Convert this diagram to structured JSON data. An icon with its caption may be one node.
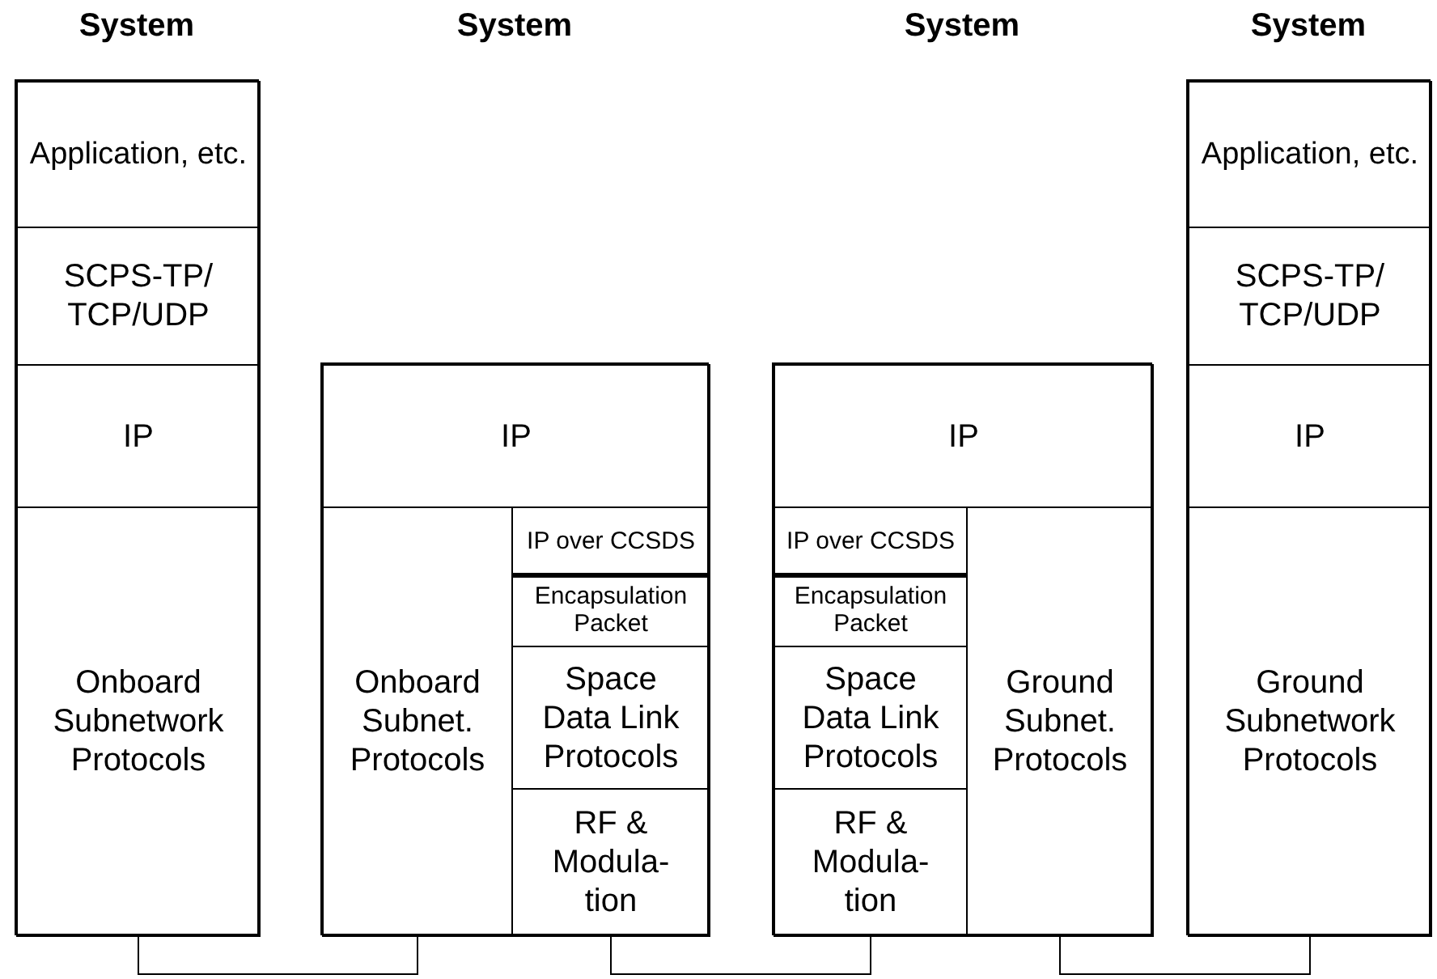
{
  "diagram": {
    "nodes": [
      {
        "text": [
          "System"
        ]
      },
      {
        "text": [
          "Application, etc."
        ],
        "in": 0
      },
      {
        "text": [
          "SCPS-TP/ TCP/UDP"
        ],
        "in": 0
      },
      {
        "text": [
          "IP"
        ],
        "in": 0
      },
      {
        "text": [
          "Onboard Subnetwork Protocols"
        ],
        "in": 0
      },
      {
        "text": [
          "System"
        ]
      },
      {
        "text": [
          "IP"
        ],
        "in": 5
      },
      {
        "text": [
          "Onboard Subnet. Protocols"
        ],
        "in": 5
      },
      {
        "text": [
          "IP over CCSDS"
        ],
        "in": 5
      },
      {
        "text": [
          "Encapsulation Packet"
        ],
        "in": 5
      },
      {
        "text": [
          "Space Data Link Protocols"
        ],
        "in": 5
      },
      {
        "text": [
          "RF & Modula- tion"
        ],
        "in": 5
      },
      {
        "text": [
          "System"
        ]
      },
      {
        "text": [
          "IP"
        ],
        "in": 12
      },
      {
        "text": [
          "IP over CCSDS"
        ],
        "in": 12
      },
      {
        "text": [
          "Encapsulation Packet"
        ],
        "in": 12
      },
      {
        "text": [
          "Space Data Link Protocols"
        ],
        "in": 12
      },
      {
        "text": [
          "RF & Modula- tion"
        ],
        "in": 12
      },
      {
        "text": [
          "Ground Subnet. Protocols"
        ],
        "in": 12
      },
      {
        "text": [
          "System"
        ]
      },
      {
        "text": [
          "Application, etc."
        ],
        "in": 19
      },
      {
        "text": [
          "SCPS-TP/ TCP/UDP"
        ],
        "in": 19
      },
      {
        "text": [
          "IP"
        ],
        "in": 19
      },
      {
        "text": [
          "Ground Subnetwork Protocols"
        ],
        "in": 19
      }
    ],
    "edges": [
      {
        "from": 4,
        "to": 7,
        "arrow": "none"
      },
      {
        "from": 11,
        "to": 17,
        "arrow": "none"
      },
      {
        "from": 18,
        "to": 23,
        "arrow": "none"
      }
    ]
  }
}
